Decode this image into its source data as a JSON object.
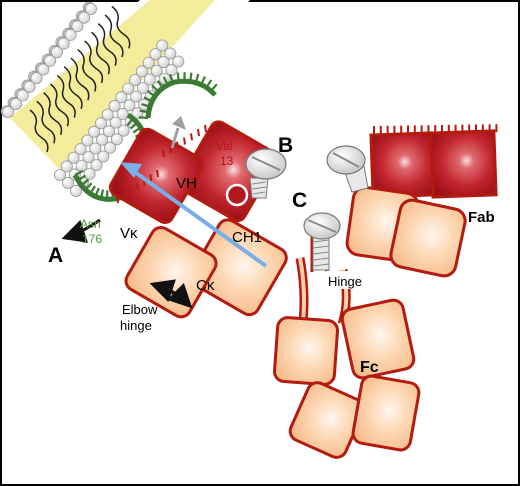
{
  "labels": {
    "vh": "VH",
    "vk": "Vκ",
    "ch1": "CH1",
    "ck": "Cκ",
    "val_name": "Val",
    "val_num": "13",
    "asn_name": "Asn",
    "asn_num": "176",
    "letter_a": "A",
    "letter_b": "B",
    "letter_c": "C",
    "fab": "Fab",
    "fc": "Fc",
    "hinge": "Hinge",
    "elbow_line1": "Elbow",
    "elbow_line2": "hinge"
  },
  "colors": {
    "domain_dark": "#b3161d",
    "domain_dark_fill": "#c8303a",
    "domain_light_fill": "#fbcfa6",
    "domain_outline": "#b31a10",
    "membrane_yellow": "#f3ec9a",
    "lipid_head": "#f2f2f2",
    "glycan_green": "#3a7a33",
    "asn_text": "#4f9a3e",
    "val_text": "#b3161d",
    "arrow_blue": "#7aaee6",
    "arrow_gray": "#a0a0a0"
  }
}
